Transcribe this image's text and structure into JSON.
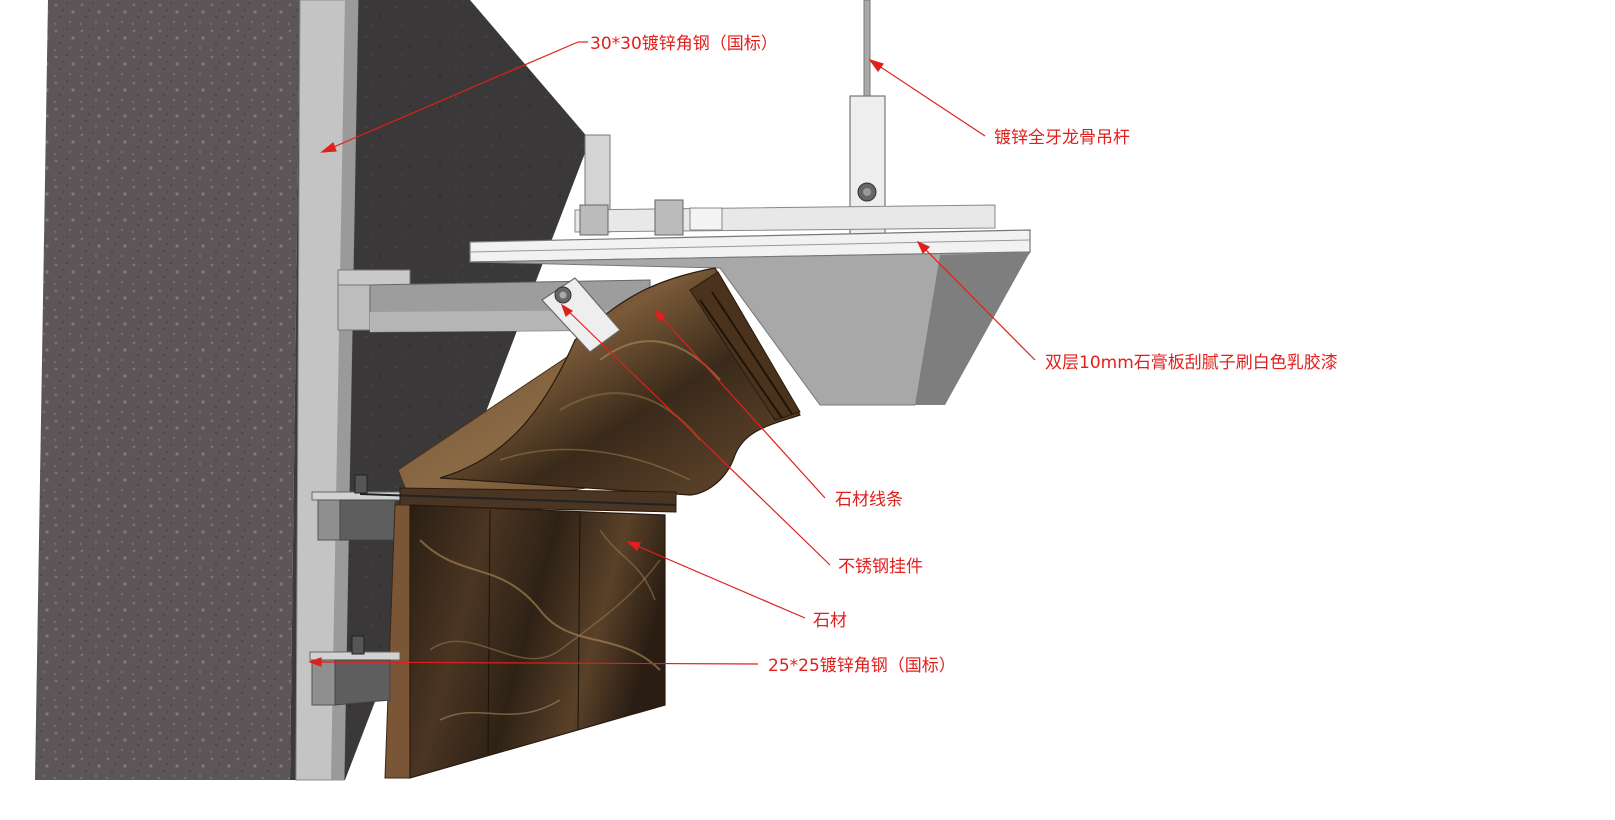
{
  "diagram": {
    "accent_color": "#e0201c",
    "labels": {
      "angle_steel_top": "30*30镀锌角钢（国标）",
      "hanger_rod": "镀锌全牙龙骨吊杆",
      "gypsum_board": "双层10mm石膏板刮腻子刷白色乳胶漆",
      "stone_molding": "石材线条",
      "stainless_hanger": "不锈钢挂件",
      "stone": "石材",
      "angle_steel_bottom": "25*25镀锌角钢（国标）"
    }
  }
}
